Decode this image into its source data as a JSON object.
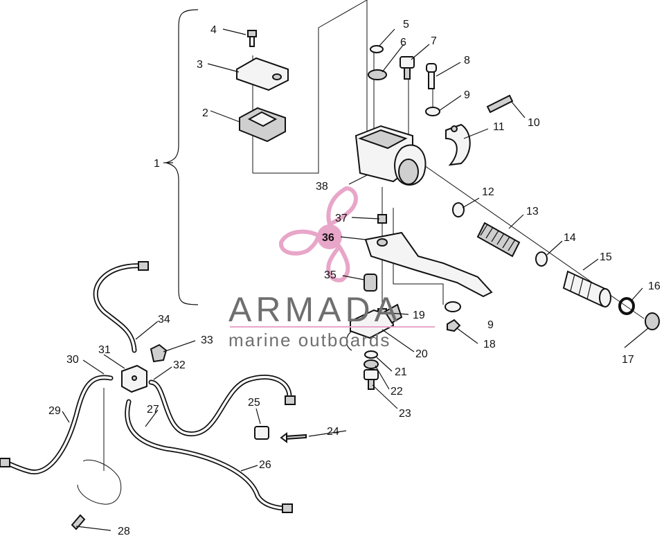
{
  "diagram": {
    "labels": {
      "l1": "1",
      "l2": "2",
      "l3": "3",
      "l4": "4",
      "l5": "5",
      "l6": "6",
      "l7": "7",
      "l8": "8",
      "l9a": "9",
      "l9b": "9",
      "l10": "10",
      "l11": "11",
      "l12": "12",
      "l13": "13",
      "l14": "14",
      "l15": "15",
      "l16": "16",
      "l17": "17",
      "l18": "18",
      "l19": "19",
      "l20": "20",
      "l21": "21",
      "l22": "22",
      "l23": "23",
      "l24": "24",
      "l25": "25",
      "l26": "26",
      "l27": "27",
      "l28": "28",
      "l29": "29",
      "l30": "30",
      "l31": "31",
      "l32": "32",
      "l33": "33",
      "l34": "34",
      "l35": "35",
      "l36": "36",
      "l37": "37",
      "l38": "38"
    }
  },
  "watermark": {
    "title": "ARMADA",
    "subtitle": "marine outboards",
    "color": "#e8a6c8"
  }
}
